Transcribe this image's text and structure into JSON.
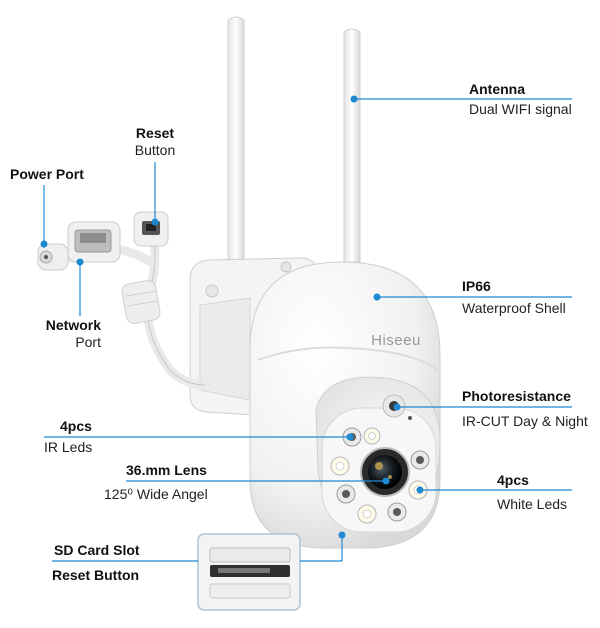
{
  "brand": {
    "logo_text": "Hiseeu"
  },
  "colors": {
    "leader_line": "#1e88d2",
    "dot": "#1e88d2",
    "shell": "#f2f2f2",
    "outline": "#cfcfcf"
  },
  "callouts": {
    "antenna": {
      "title": "Antenna",
      "desc": "Dual WIFI signal"
    },
    "reset": {
      "title": "Reset",
      "desc": "Button"
    },
    "power": {
      "title": "Power Port"
    },
    "network": {
      "title": "Network",
      "desc": "Port"
    },
    "ip66": {
      "title": "IP66",
      "desc": "Waterproof Shell"
    },
    "photo": {
      "title": "Photoresistance",
      "desc": "IR-CUT Day & Night"
    },
    "irleds": {
      "title": "4pcs",
      "desc": "IR Leds"
    },
    "lens": {
      "title": "36.mm Lens",
      "desc": "125⁰ Wide Angel"
    },
    "whiteleds": {
      "title": "4pcs",
      "desc": "White Leds"
    },
    "sdcard": {
      "title": "SD Card Slot"
    },
    "resetbtn": {
      "title": "Reset Button"
    }
  }
}
